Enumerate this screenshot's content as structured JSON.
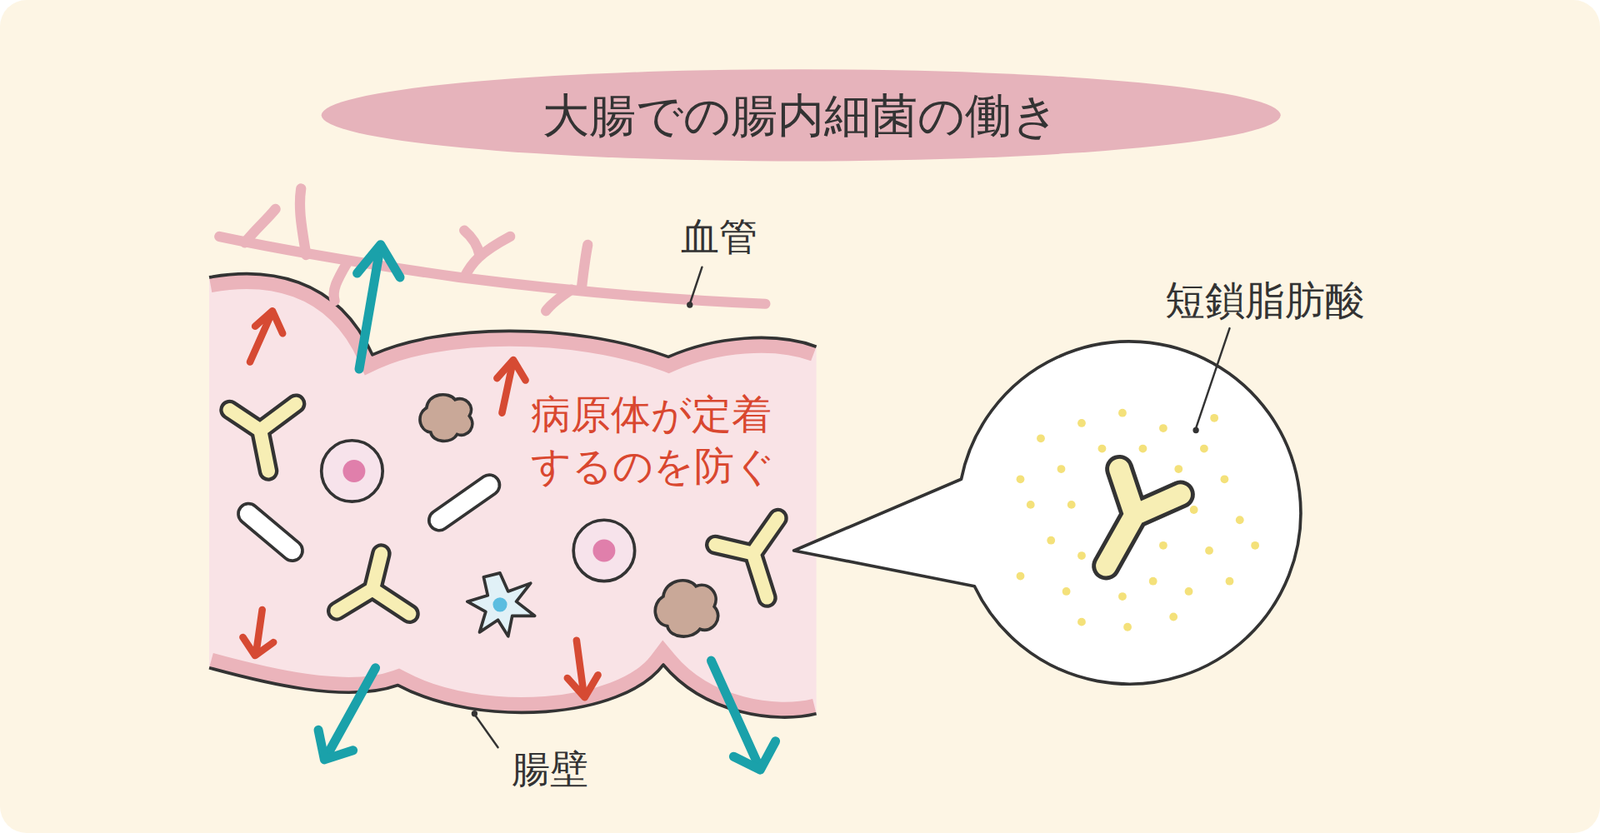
{
  "diagram": {
    "title": "大腸での腸内細菌の働き",
    "labels": [
      "血管",
      "病原体が定着 するのを防ぐ",
      "短鎖脂肪酸",
      "腸壁"
    ]
  }
}
